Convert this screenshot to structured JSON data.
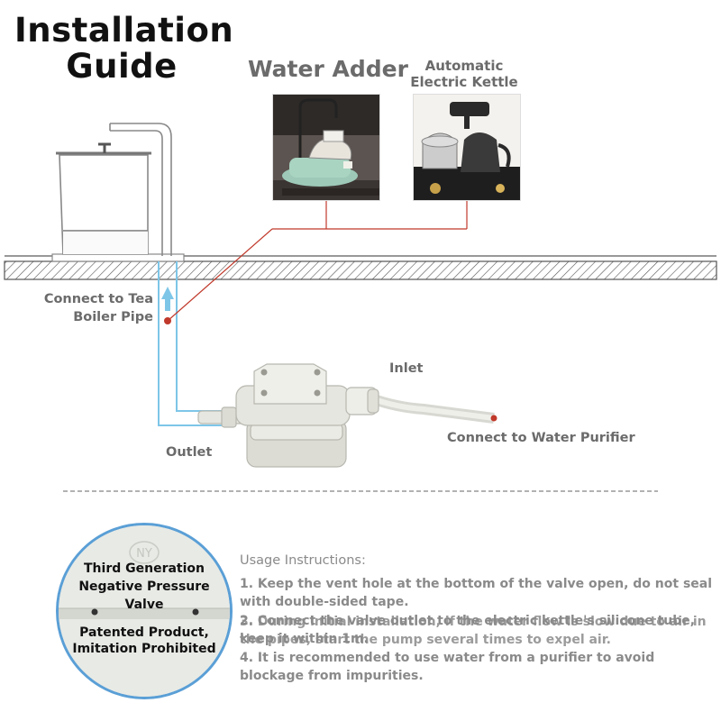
{
  "header": {
    "title": "Installation Guide",
    "water_adder_title": "Water Adder",
    "kettle_title": "Automatic Electric Kettle"
  },
  "diagram": {
    "label_tea_boiler": "Connect to Tea Boiler Pipe",
    "label_inlet": "Inlet",
    "label_outlet": "Outlet",
    "label_purifier": "Connect to Water Purifier",
    "colors": {
      "flow_line": "#7ec6e8",
      "pointer_line": "#c0392b",
      "counter_hatch": "#555555",
      "valve_body": "#e6e6e0"
    }
  },
  "badge": {
    "engraving": "NY",
    "line1": "Third Generation Negative Pressure Valve",
    "line2": "Patented Product, Imitation Prohibited",
    "ring_color": "#5a9fd6"
  },
  "usage": {
    "title": "Usage Instructions:",
    "item1": "1. Keep the vent hole at the bottom of the valve open, do not seal with double-sided tape.",
    "item2": "2. Connect the valve outlet to the electric kettle's silicone tube, keep it within 1m.",
    "item3": "3. During initial installation, if the water flow is slow due to air in the pipes, start the pump several times to expel air.",
    "item4": "4. It is recommended to use water from a purifier to avoid blockage from impurities."
  }
}
